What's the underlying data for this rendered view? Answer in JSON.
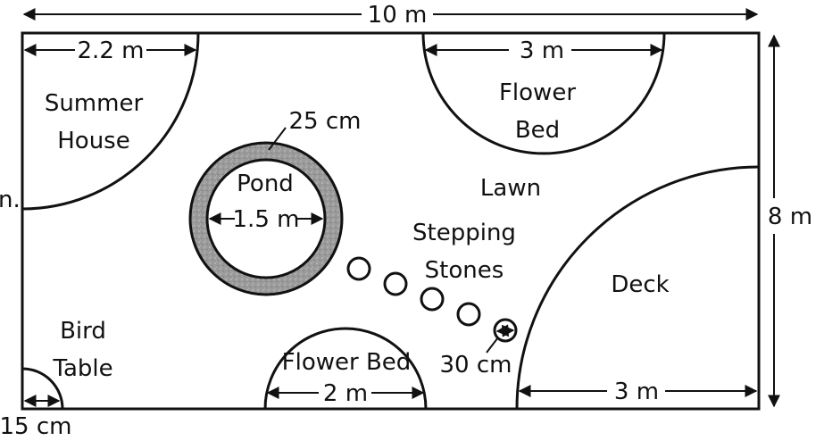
{
  "labels": {
    "total_width": "10 m",
    "height": "8 m",
    "summer_house": [
      "Summer",
      "House"
    ],
    "summer_house_radius": "2.2 m",
    "summer_house_partial": "n.",
    "flower_bed_top": [
      "Flower",
      "Bed"
    ],
    "flower_bed_top_width": "3 m",
    "flower_bed_bottom": "Flower Bed",
    "flower_bed_bottom_width": "2 m",
    "pond": "Pond",
    "pond_diameter": "1.5 m",
    "pond_border": "25 cm",
    "lawn": "Lawn",
    "stepping_stones": [
      "Stepping",
      "Stones"
    ],
    "stone_size": "30 cm",
    "deck": "Deck",
    "deck_radius": "3 m",
    "bird_table": [
      "Bird",
      "Table"
    ],
    "bird_table_radius": "15 cm"
  },
  "colors": {
    "outline": "#111111",
    "pond_border_fill": "#9a9a9a",
    "background": "#ffffff"
  }
}
